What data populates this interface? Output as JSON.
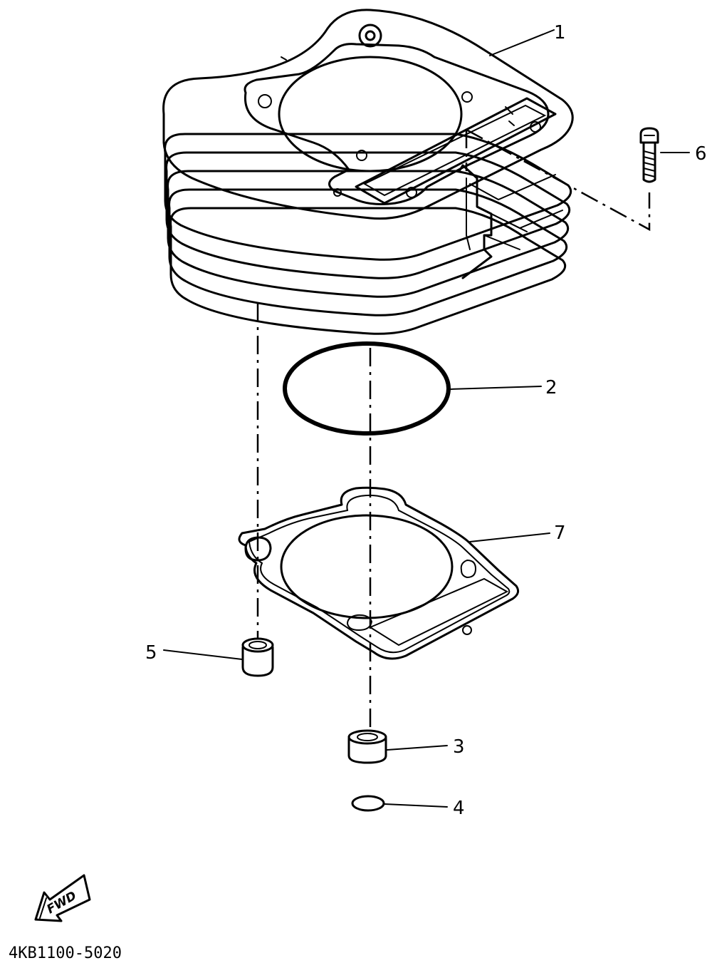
{
  "callouts": [
    {
      "id": "1",
      "label": "1"
    },
    {
      "id": "2",
      "label": "2"
    },
    {
      "id": "3",
      "label": "3"
    },
    {
      "id": "4",
      "label": "4"
    },
    {
      "id": "5",
      "label": "5"
    },
    {
      "id": "6",
      "label": "6"
    },
    {
      "id": "7",
      "label": "7"
    }
  ],
  "fwd_label": "FWD",
  "drawing_code": "4KB1100-5020"
}
